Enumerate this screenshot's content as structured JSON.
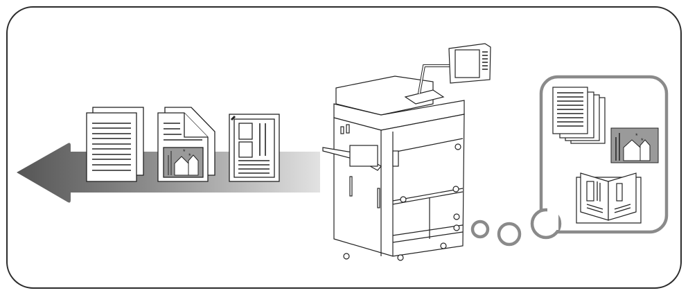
{
  "colors": {
    "frame": "#2b2b2b",
    "arrow_dark": "#555555",
    "arrow_light": "#e2e2e2",
    "bubble": "#8a8a8a",
    "photo_bg": "#9a9a9a"
  },
  "icons": [
    "arrow-left",
    "text-document",
    "mixed-document",
    "layout-document",
    "printer",
    "thought-bubble",
    "stacked-pages",
    "photo",
    "booklet"
  ]
}
